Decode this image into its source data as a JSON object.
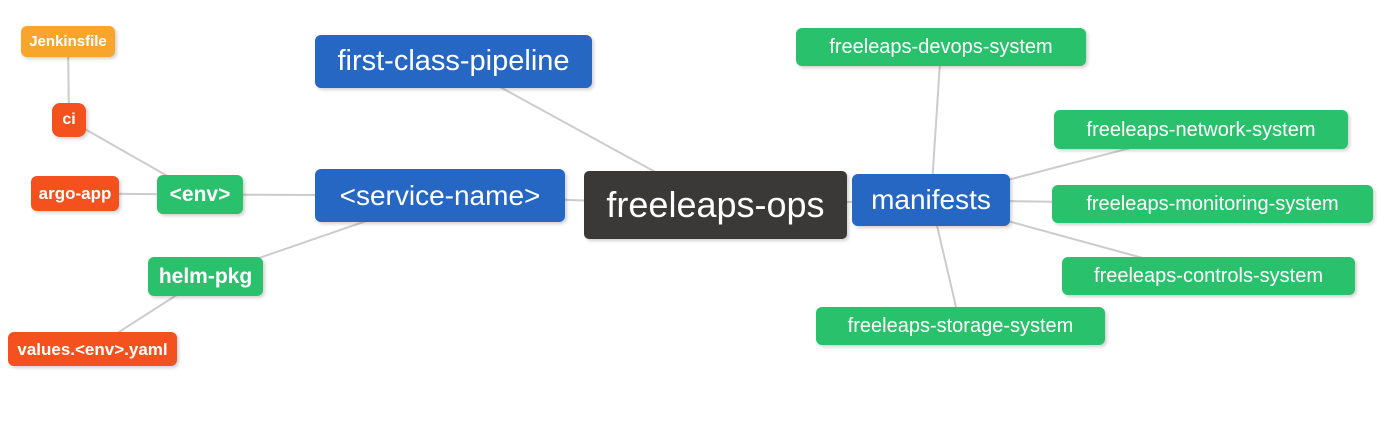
{
  "diagram": {
    "type": "mindmap",
    "root": "freeleaps_ops",
    "background": "#ffffff"
  },
  "colors": {
    "blue": "#2667c4",
    "green": "#2ac16c",
    "red": "#f4511e",
    "orange": "#f8a62b",
    "dark": "#3b3838",
    "line": "#cccccc",
    "text": "#ffffff"
  },
  "nodes": {
    "jenkinsfile": {
      "label": "Jenkinsfile",
      "color": "orange"
    },
    "ci": {
      "label": "ci",
      "color": "red"
    },
    "argo_app": {
      "label": "argo-app",
      "color": "red"
    },
    "env": {
      "label": "<env>",
      "color": "green"
    },
    "helm_pkg": {
      "label": "helm-pkg",
      "color": "green"
    },
    "values_yaml": {
      "label": "values.<env>.yaml",
      "color": "red"
    },
    "first_class_pipeline": {
      "label": "first-class-pipeline",
      "color": "blue"
    },
    "service_name": {
      "label": "<service-name>",
      "color": "blue"
    },
    "freeleaps_ops": {
      "label": "freeleaps-ops",
      "color": "dark"
    },
    "manifests": {
      "label": "manifests",
      "color": "blue"
    },
    "devops": {
      "label": "freeleaps-devops-system",
      "color": "green"
    },
    "network": {
      "label": "freeleaps-network-system",
      "color": "green"
    },
    "monitoring": {
      "label": "freeleaps-monitoring-system",
      "color": "green"
    },
    "controls": {
      "label": "freeleaps-controls-system",
      "color": "green"
    },
    "storage": {
      "label": "freeleaps-storage-system",
      "color": "green"
    }
  },
  "edges": [
    [
      "jenkinsfile",
      "ci"
    ],
    [
      "ci",
      "env"
    ],
    [
      "argo_app",
      "env"
    ],
    [
      "env",
      "service_name"
    ],
    [
      "service_name",
      "helm_pkg"
    ],
    [
      "helm_pkg",
      "values_yaml"
    ],
    [
      "first_class_pipeline",
      "freeleaps_ops"
    ],
    [
      "service_name",
      "freeleaps_ops"
    ],
    [
      "freeleaps_ops",
      "manifests"
    ],
    [
      "manifests",
      "devops"
    ],
    [
      "manifests",
      "network"
    ],
    [
      "manifests",
      "monitoring"
    ],
    [
      "manifests",
      "controls"
    ],
    [
      "manifests",
      "storage"
    ]
  ]
}
